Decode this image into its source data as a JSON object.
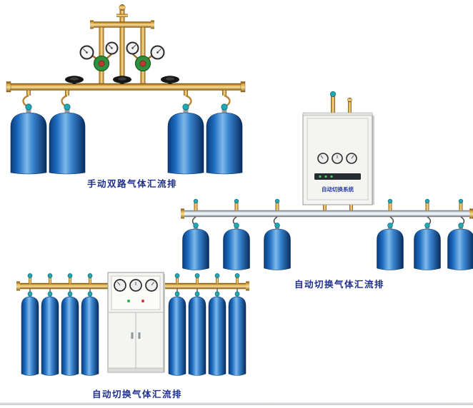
{
  "page": {
    "background": "#ffffff"
  },
  "products": [
    {
      "id": "manual-dual-gas-manifold",
      "caption": "手动双路气体汇流排",
      "cylinders": 4
    },
    {
      "id": "auto-switch-gas-manifold-wall-cabinet",
      "caption": "自动切换气体汇流排",
      "cabinet_label": "自动切换系统",
      "cylinders": 6
    },
    {
      "id": "auto-switch-gas-manifold-floor-cabinet",
      "caption": "自动切换气体汇流排",
      "cylinders": 8
    }
  ],
  "colors": {
    "caption_text": "#1e2f8e",
    "cylinder_blue": "#1f6ec2",
    "brass": "#e2ae4a",
    "manifold_silver": "#dde4e8",
    "cabinet_body": "#f4f4f0",
    "valve_knob_teal": "#22a7b5",
    "regulator_green": "#2e8f3e"
  }
}
